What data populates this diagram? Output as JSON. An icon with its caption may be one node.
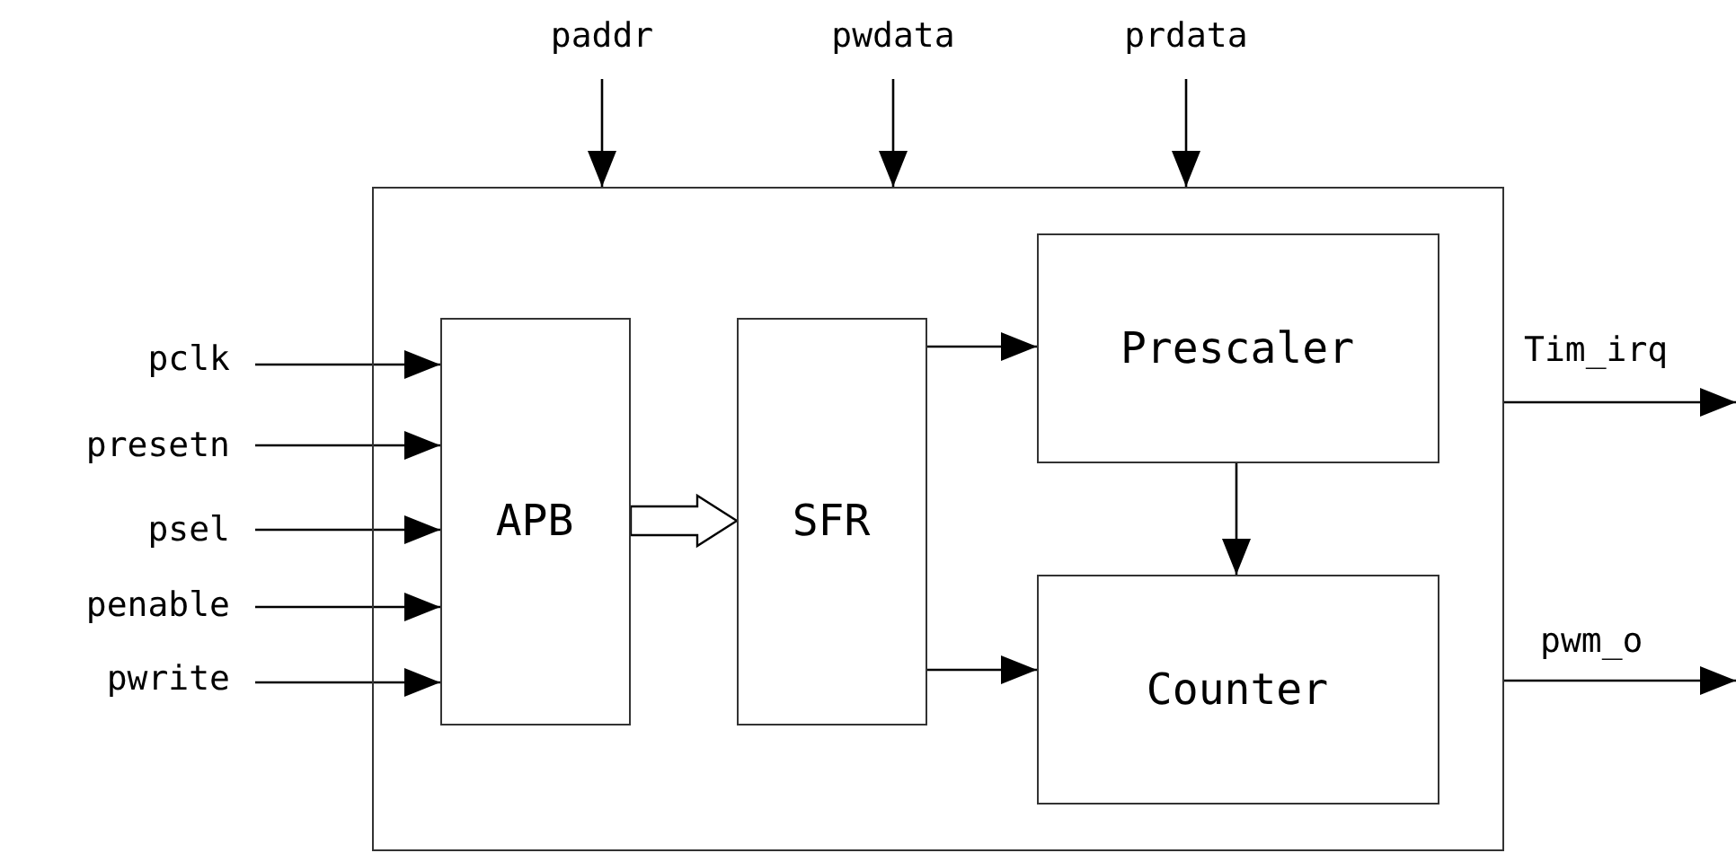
{
  "diagram": {
    "nodes": [
      {
        "text": [],
        "shape": "box"
      },
      {
        "text": [
          "paddr"
        ]
      },
      {
        "text": [
          "pwdata"
        ]
      },
      {
        "text": [
          "prdata"
        ]
      },
      {
        "text": [
          "pclk"
        ]
      },
      {
        "text": [
          "presetn"
        ]
      },
      {
        "text": [
          "psel"
        ]
      },
      {
        "text": [
          "penable"
        ]
      },
      {
        "text": [
          "pwrite"
        ]
      },
      {
        "text": [
          "APB"
        ],
        "in": 0
      },
      {
        "text": [
          "SFR"
        ],
        "in": 0
      },
      {
        "text": [
          "Prescaler"
        ],
        "in": 0
      },
      {
        "text": [
          "Counter"
        ],
        "in": 0
      }
    ],
    "edges": [
      {
        "from": 1,
        "to": 0,
        "arrow": "to"
      },
      {
        "from": 2,
        "to": 0,
        "arrow": "to"
      },
      {
        "from": 3,
        "to": 0,
        "arrow": "to"
      },
      {
        "from": 4,
        "to": 9,
        "arrow": "to"
      },
      {
        "from": 5,
        "to": 9,
        "arrow": "to"
      },
      {
        "from": 6,
        "to": 9,
        "arrow": "to"
      },
      {
        "from": 7,
        "to": 9,
        "arrow": "to"
      },
      {
        "from": 8,
        "to": 9,
        "arrow": "to"
      },
      {
        "from": 9,
        "to": 10,
        "arrow": "to",
        "style": "thick"
      },
      {
        "from": 10,
        "to": 11,
        "arrow": "to"
      },
      {
        "from": 10,
        "to": 12,
        "arrow": "to"
      },
      {
        "from": 11,
        "to": 12,
        "arrow": "to"
      },
      {
        "from": 0,
        "to": null,
        "arrow": "to",
        "label": "Tim_irq"
      },
      {
        "from": 0,
        "to": null,
        "arrow": "to",
        "label": "pwm_o"
      }
    ]
  }
}
